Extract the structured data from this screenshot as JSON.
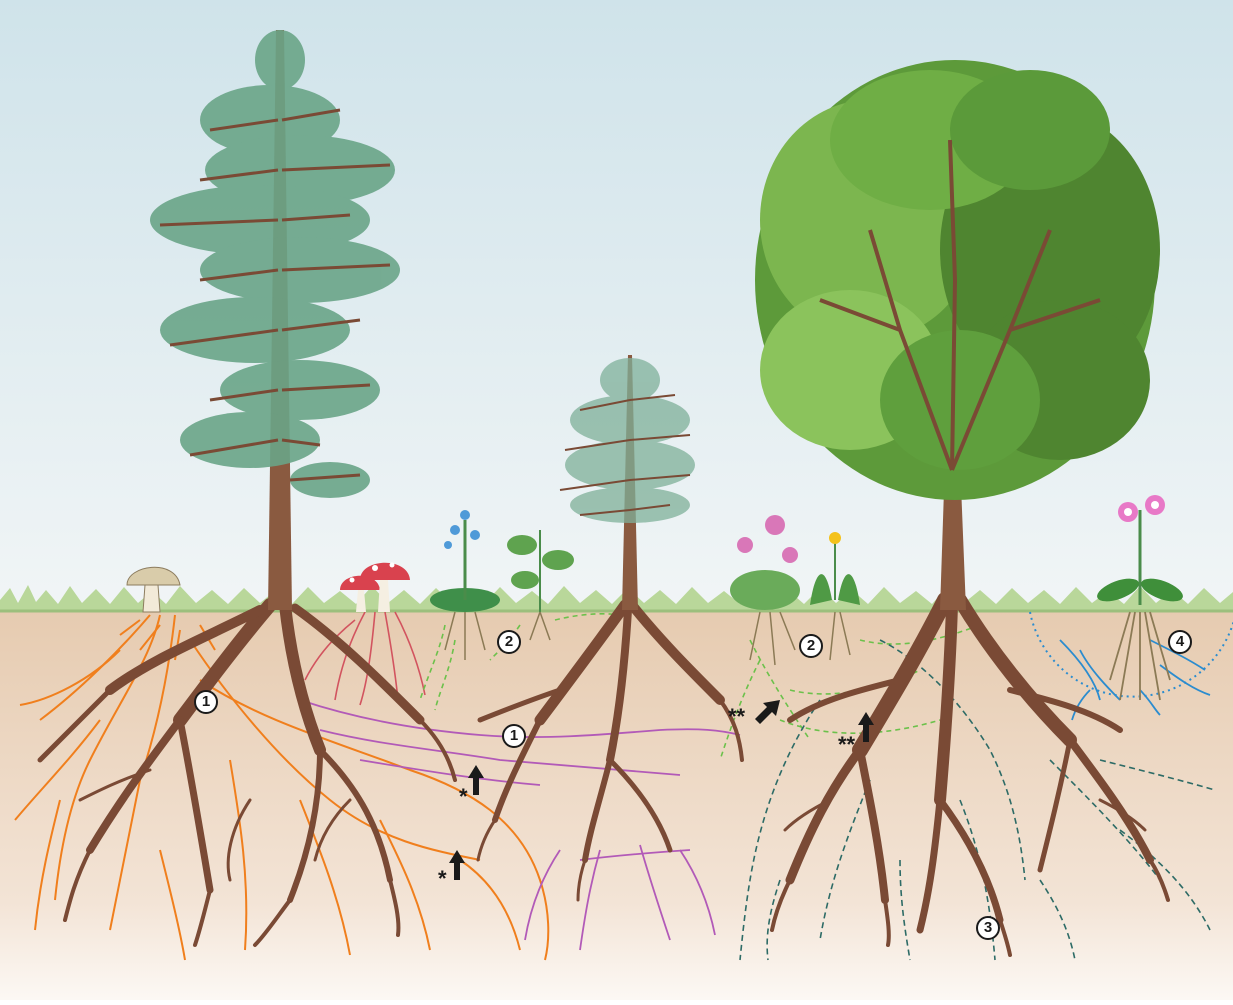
{
  "callouts": {
    "c1a": "1",
    "c1b": "1",
    "c2a": "2",
    "c2b": "2",
    "c3": "3",
    "c4": "4"
  },
  "markers": {
    "single_a": "*",
    "single_b": "*",
    "double_a": "**",
    "double_b": "**"
  },
  "colors": {
    "sky_top": "#cfe3ea",
    "sky_bottom": "#eef4f6",
    "soil": "#e8cfb6",
    "soil_bottom": "#faf3ec",
    "grass": "#b9d79a",
    "tree_root": "#7a4a35",
    "conifer_needles": "#5a9a78",
    "broadleaf": "#5d9a3a",
    "fungus_orange": "#f07f1d",
    "fungus_red": "#d2545f",
    "fungus_purple": "#b25ab8",
    "fungus_green_dashed": "#6cc14b",
    "fungus_teal_dashed": "#2d6b66",
    "orchid_fungus_blue": "#2b8ccf"
  }
}
